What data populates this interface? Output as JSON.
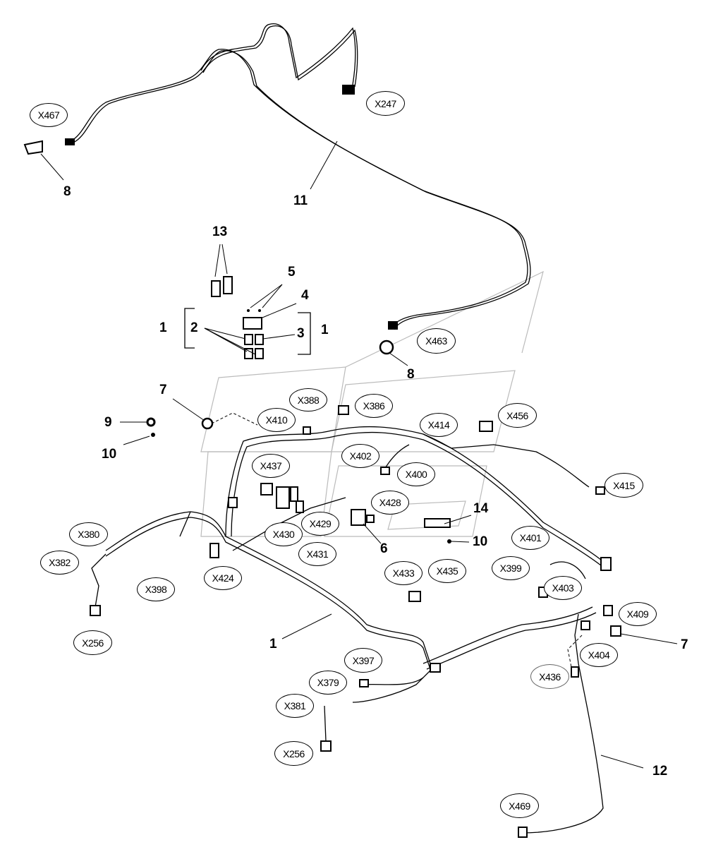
{
  "connectors": {
    "x467": "X467",
    "x247": "X247",
    "x463": "X463",
    "x388": "X388",
    "x386": "X386",
    "x410": "X410",
    "x414": "X414",
    "x456": "X456",
    "x402": "X402",
    "x437": "X437",
    "x400": "X400",
    "x415": "X415",
    "x428": "X428",
    "x429": "X429",
    "x430": "X430",
    "x431": "X431",
    "x380": "X380",
    "x382": "X382",
    "x398": "X398",
    "x424": "X424",
    "x401": "X401",
    "x399": "X399",
    "x403": "X403",
    "x433": "X433",
    "x435": "X435",
    "x409": "X409",
    "x404": "X404",
    "x436": "X436",
    "x256a": "X256",
    "x256b": "X256",
    "x397": "X397",
    "x379": "X379",
    "x381": "X381",
    "x469": "X469"
  },
  "items": {
    "n1a": "1",
    "n1b": "1",
    "n1c": "1",
    "n2": "2",
    "n3": "3",
    "n4": "4",
    "n5": "5",
    "n6": "6",
    "n7a": "7",
    "n7b": "7",
    "n8a": "8",
    "n8b": "8",
    "n9": "9",
    "n10a": "10",
    "n10b": "10",
    "n11": "11",
    "n12": "12",
    "n13": "13",
    "n14": "14"
  }
}
